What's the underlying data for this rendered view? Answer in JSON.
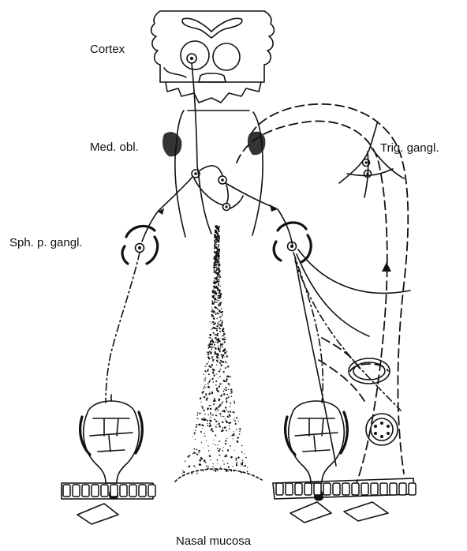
{
  "labels": {
    "cortex": "Cortex",
    "medulla": "Med. obl.",
    "trigeminal": "Trig. gangl.",
    "sphenopalatine": "Sph. p. gangl.",
    "mucosa": "Nasal mucosa"
  },
  "colors": {
    "ink": "#111111",
    "paper": "#ffffff"
  }
}
